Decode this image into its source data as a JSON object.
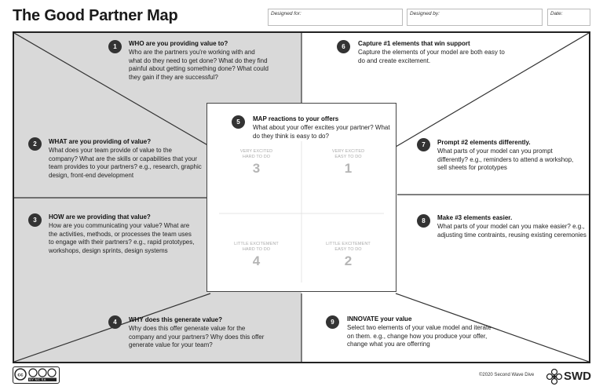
{
  "header": {
    "title": "The Good Partner Map",
    "designed_for_label": "Designed for:",
    "designed_by_label": "Designed by:",
    "date_label": "Date:"
  },
  "sections": [
    {
      "num": "1",
      "head": "WHO are you providing value to?",
      "body": "Who are the partners you're working with and what do they need to get done? What do they find painful about getting something done? What could they gain if they are successful?"
    },
    {
      "num": "2",
      "head": "WHAT are you providing of value?",
      "body": "What does your team provide of value to the company? What are the skills or capabilities that your team provides to your partners? e.g., research, graphic design, front-end development"
    },
    {
      "num": "3",
      "head": "HOW are we providing that value?",
      "body": "How are you communicating your value? What are the activities, methods, or processes the team uses to engage with their partners? e.g., rapid prototypes, workshops, design sprints, design systems"
    },
    {
      "num": "4",
      "head": "WHY does this generate value?",
      "body": "Why does this offer generate value for the company and your partners? Why does this offer generate value for your team?"
    },
    {
      "num": "5",
      "head": "MAP reactions to your offers",
      "body": "What about your offer excites your partner? What do they think is easy to do?"
    },
    {
      "num": "6",
      "head": "Capture #1 elements that win support",
      "body": "Capture the elements of your model are both easy to do and create excitement."
    },
    {
      "num": "7",
      "head": "Prompt #2 elements differently.",
      "body": "What parts of your model can you prompt differently? e.g., reminders to attend a workshop, sell sheets for prototypes"
    },
    {
      "num": "8",
      "head": "Make #3 elements easier.",
      "body": "What parts of your model can you make easier? e.g., adjusting time contraints, reusing existing ceremonies"
    },
    {
      "num": "9",
      "head": "INNOVATE your value",
      "body": "Select two elements of your value model and iterate on them. e.g., change how you produce your offer, change what you are offerring"
    }
  ],
  "quadrants": [
    {
      "l1": "VERY EXCITED",
      "l2": "HARD TO DO",
      "n": "3"
    },
    {
      "l1": "VERY EXCITED",
      "l2": "EASY TO DO",
      "n": "1"
    },
    {
      "l1": "LITTLE EXCITEMENT",
      "l2": "HARD TO DO",
      "n": "4"
    },
    {
      "l1": "LITTLE EXCITEMENT",
      "l2": "EASY TO DO",
      "n": "2"
    }
  ],
  "footer": {
    "license_badge": "BY  NC  SA",
    "copyright": "©2020 Second Wave Dive",
    "logo_text": "SWD"
  },
  "colors": {
    "shade": "#d9d9d9",
    "border": "#222222",
    "badge": "#333333"
  }
}
